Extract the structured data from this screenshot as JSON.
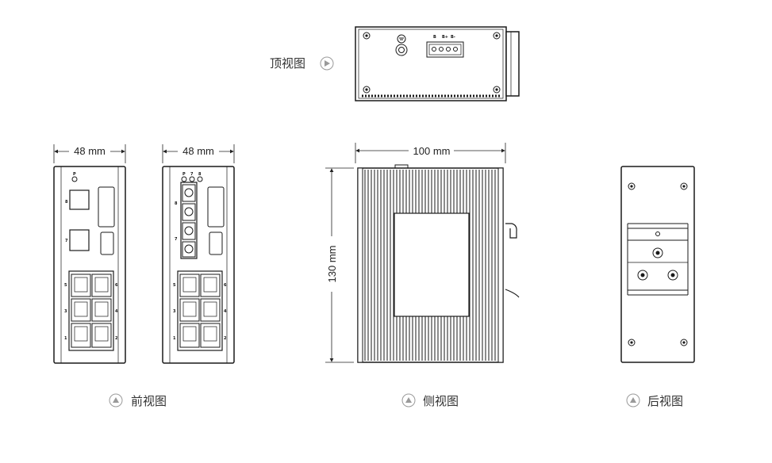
{
  "views": {
    "top": {
      "label": "顶视图"
    },
    "front": {
      "label": "前视图"
    },
    "side": {
      "label": "侧视图"
    },
    "back": {
      "label": "后视图"
    }
  },
  "dimensions": {
    "front_width_1": "48 mm",
    "front_width_2": "48 mm",
    "side_width": "100 mm",
    "side_height": "130 mm"
  },
  "port_labels": {
    "front1": {
      "led": "P",
      "p8": "8",
      "p7": "7",
      "p5": "5",
      "p6": "6",
      "p3": "3",
      "p4": "4",
      "p1": "1",
      "p2": "2"
    },
    "front2": {
      "led1": "P",
      "led2": "7",
      "led3": "8",
      "p8": "8",
      "p7": "7",
      "p5": "5",
      "p6": "6",
      "p3": "3",
      "p4": "4",
      "p1": "1",
      "p2": "2"
    },
    "top": {
      "t1": "B",
      "t2": "B+",
      "t3": "B-"
    }
  },
  "colors": {
    "line": "#1a1a1a",
    "arrow_icon": "#9a9a9a"
  }
}
